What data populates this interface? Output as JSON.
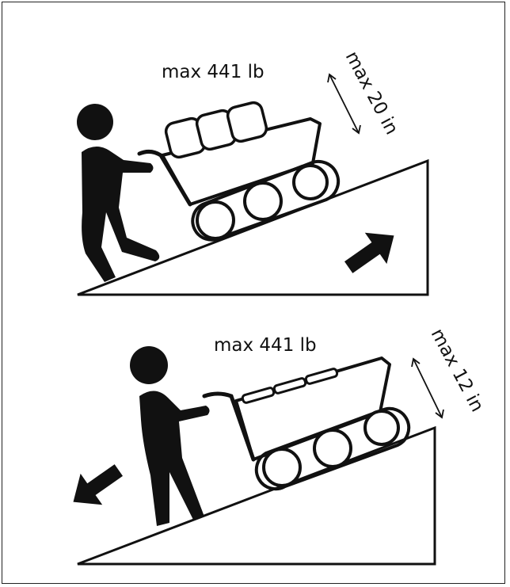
{
  "colors": {
    "ink": "#111111",
    "background": "#ffffff",
    "frame": "#222222"
  },
  "panels": [
    {
      "weight_label": "max 441 lb",
      "height_label": "max 20 in",
      "direction_icon": "arrow-up-right-icon"
    },
    {
      "weight_label": "max 441 lb",
      "height_label": "max 12 in",
      "direction_icon": "arrow-down-left-icon"
    }
  ]
}
